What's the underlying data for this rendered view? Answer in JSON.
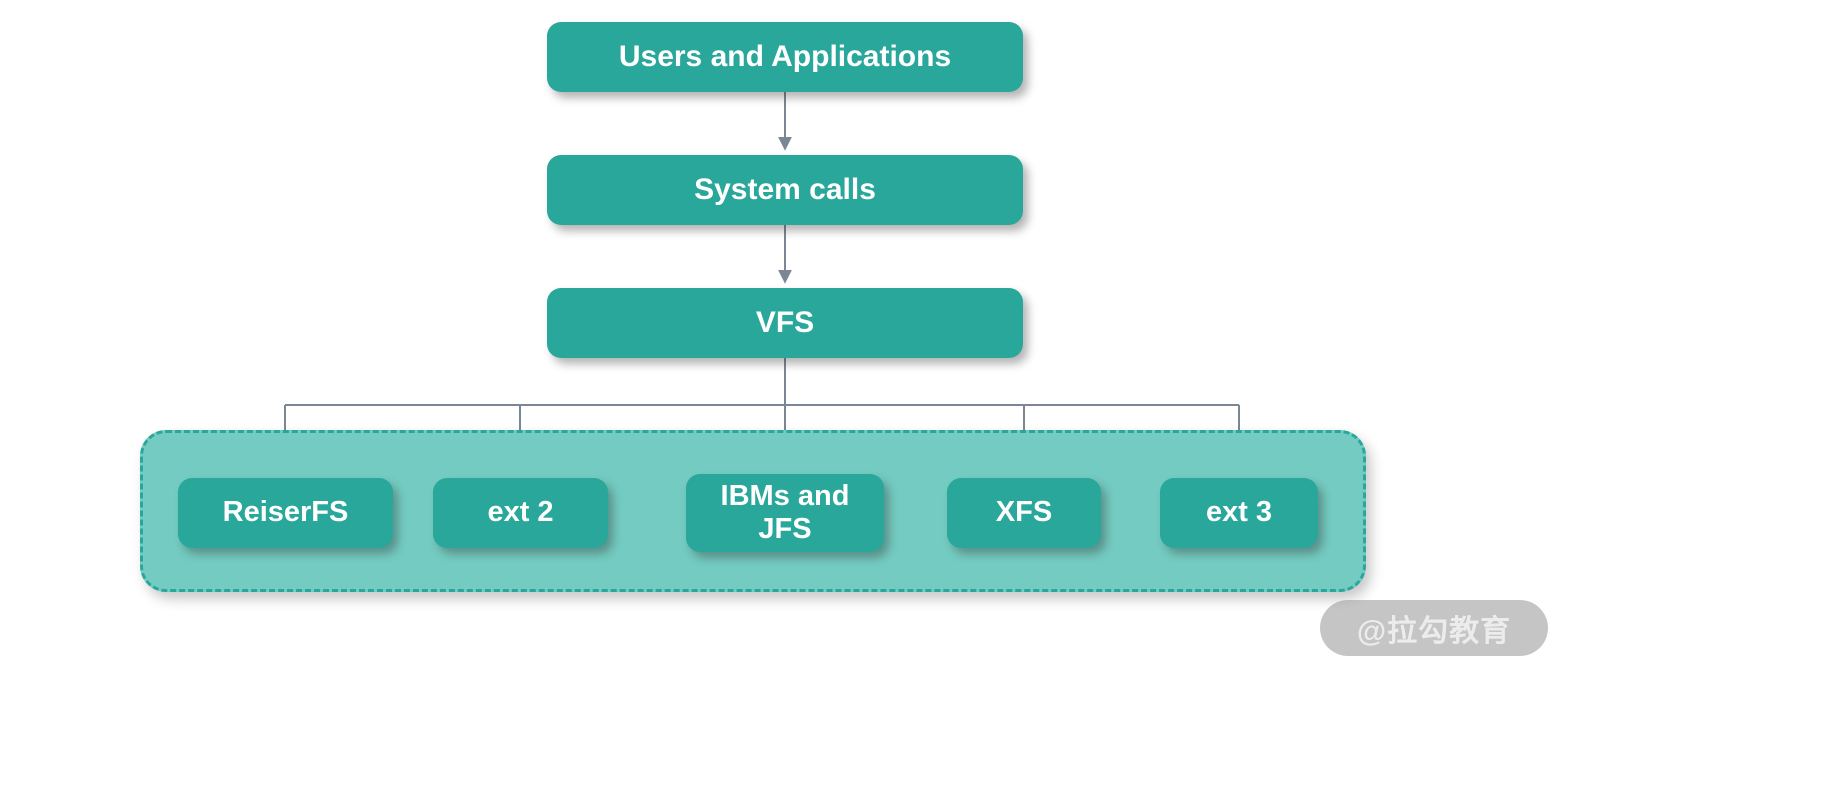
{
  "diagram": {
    "title_context": "VFS file system architecture diagram",
    "nodes": {
      "users": {
        "label": "Users and Applications"
      },
      "syscalls": {
        "label": "System calls"
      },
      "vfs": {
        "label": "VFS"
      }
    },
    "children": [
      {
        "label": "ReiserFS"
      },
      {
        "label": "ext 2"
      },
      {
        "label": "IBMs and JFS"
      },
      {
        "label": "XFS"
      },
      {
        "label": "ext 3"
      }
    ],
    "colors": {
      "node_fill": "#2aa79b",
      "container_fill": "#74cbc1",
      "container_border": "#2aa79b",
      "arrow": "#7b8794",
      "node_text": "#ffffff"
    },
    "watermark": {
      "text": "@拉勾教育"
    }
  }
}
